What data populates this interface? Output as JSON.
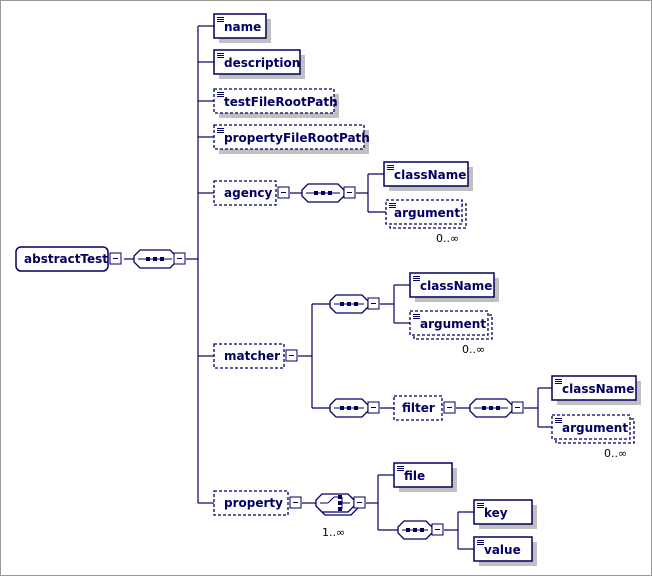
{
  "root": {
    "label": "abstractTest"
  },
  "elements": {
    "name": "name",
    "description": "description",
    "testFileRootPath": "testFileRootPath",
    "propertyFileRootPath": "propertyFileRootPath",
    "agency": "agency",
    "agency_className": "className",
    "agency_argument": "argument",
    "matcher": "matcher",
    "matcher_className": "className",
    "matcher_argument": "argument",
    "filter": "filter",
    "filter_className": "className",
    "filter_argument": "argument",
    "property": "property",
    "file": "file",
    "key": "key",
    "value": "value"
  },
  "cardinality": {
    "agency_argument": "0..∞",
    "matcher_argument": "0..∞",
    "filter_argument": "0..∞",
    "property_choice": "1..∞"
  }
}
